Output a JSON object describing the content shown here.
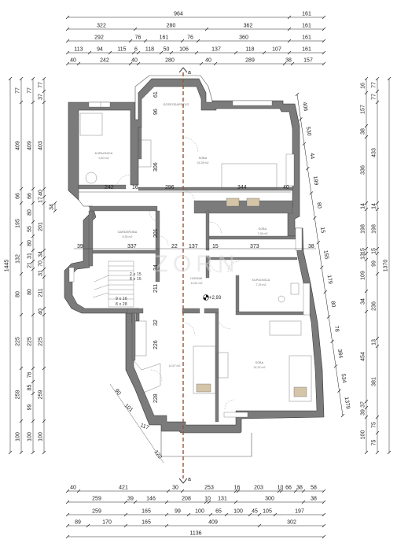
{
  "section_marker": "a",
  "elevation": "+2,93",
  "watermark": "ZORN",
  "stairs": {
    "top": [
      "2 x 15",
      "8 x 15"
    ],
    "bottom": [
      "9 x 16",
      "8 x 28"
    ]
  },
  "rooms": {
    "kupaonica_top": {
      "name": "KUPAONICA",
      "area": "9,40 m2"
    },
    "soba_top": {
      "name": "SOBA",
      "area": "24,28 m2"
    },
    "garderoba": {
      "name": "GARDEROBA",
      "area": "6,35 m2"
    },
    "soba_mid": {
      "name": "SOBA",
      "area": "7,36 m2"
    },
    "kupaonica_mid": {
      "name": "KUPAONICA",
      "area": "7,15 m2"
    },
    "hodnik": {
      "name": "HODNIK",
      "area": "13,51 m2"
    },
    "room_left": {
      "area": "14,67 m2"
    },
    "soba_bottom": {
      "name": "SOBA",
      "area": "24,32 m2"
    },
    "top_room": {
      "name": "GOSPODARSTVO"
    }
  },
  "dims_top": [
    [
      "964",
      "161"
    ],
    [
      "322",
      "280",
      "362",
      "161"
    ],
    [
      "292",
      "76",
      "161",
      "76",
      "360",
      "161"
    ],
    [
      "113",
      "94",
      "115",
      "6",
      "118",
      "50",
      "106",
      "137",
      "118",
      "107",
      "161"
    ],
    [
      "40",
      "242",
      "40",
      "280",
      "40",
      "289",
      "38",
      "157"
    ]
  ],
  "dims_bottom": [
    [
      "40",
      "421",
      "30",
      "253",
      "16",
      "203",
      "10",
      "66",
      "38",
      "58"
    ],
    [
      "259",
      "39",
      "146",
      "208",
      "10",
      "131",
      "300",
      "38"
    ],
    [
      "259",
      "165",
      "99",
      "100",
      "65",
      "100",
      "45",
      "105",
      "197"
    ],
    [
      "89",
      "170",
      "165",
      "409",
      "302"
    ],
    [
      "1136"
    ]
  ],
  "dims_left": {
    "overall": "1445",
    "col2": [
      "77",
      "409",
      "66",
      "195",
      "132",
      "80",
      "225",
      "259",
      "100"
    ],
    "col3": [
      "77",
      "409",
      "66",
      "80",
      "55",
      "80",
      "31",
      "21",
      "80",
      "225",
      "76",
      "85",
      "99",
      "100"
    ],
    "col4": [
      "77",
      "37",
      "403",
      "40",
      "17",
      "201",
      "34",
      "70",
      "31",
      "211",
      "40",
      "225",
      "259",
      "100"
    ],
    "col5": [
      "34"
    ]
  },
  "dims_right": {
    "overall": "1370",
    "col1": [
      "16",
      "157",
      "38",
      "336",
      "14",
      "198",
      "15",
      "13",
      "109",
      "34",
      "454",
      "37",
      "39",
      "100"
    ],
    "col2": [
      "77",
      "77",
      "433",
      "14",
      "198",
      "15",
      "99",
      "236",
      "13",
      "381",
      "75",
      "75"
    ],
    "diag": [
      "406",
      "530",
      "44",
      "199",
      "80",
      "15",
      "155",
      "179",
      "80",
      "78",
      "384",
      "534",
      "1379"
    ]
  },
  "dims_inner": {
    "row1": [
      "242",
      "16",
      "296",
      "344",
      "40"
    ],
    "row2": [
      "39",
      "337",
      "22",
      "137",
      "15",
      "373",
      "38"
    ],
    "vertical": [
      "306",
      "201",
      "34",
      "211",
      "32",
      "226",
      "228"
    ],
    "diagonal": [
      "90",
      "101",
      "117",
      "122"
    ],
    "small": [
      "96",
      "61"
    ]
  }
}
